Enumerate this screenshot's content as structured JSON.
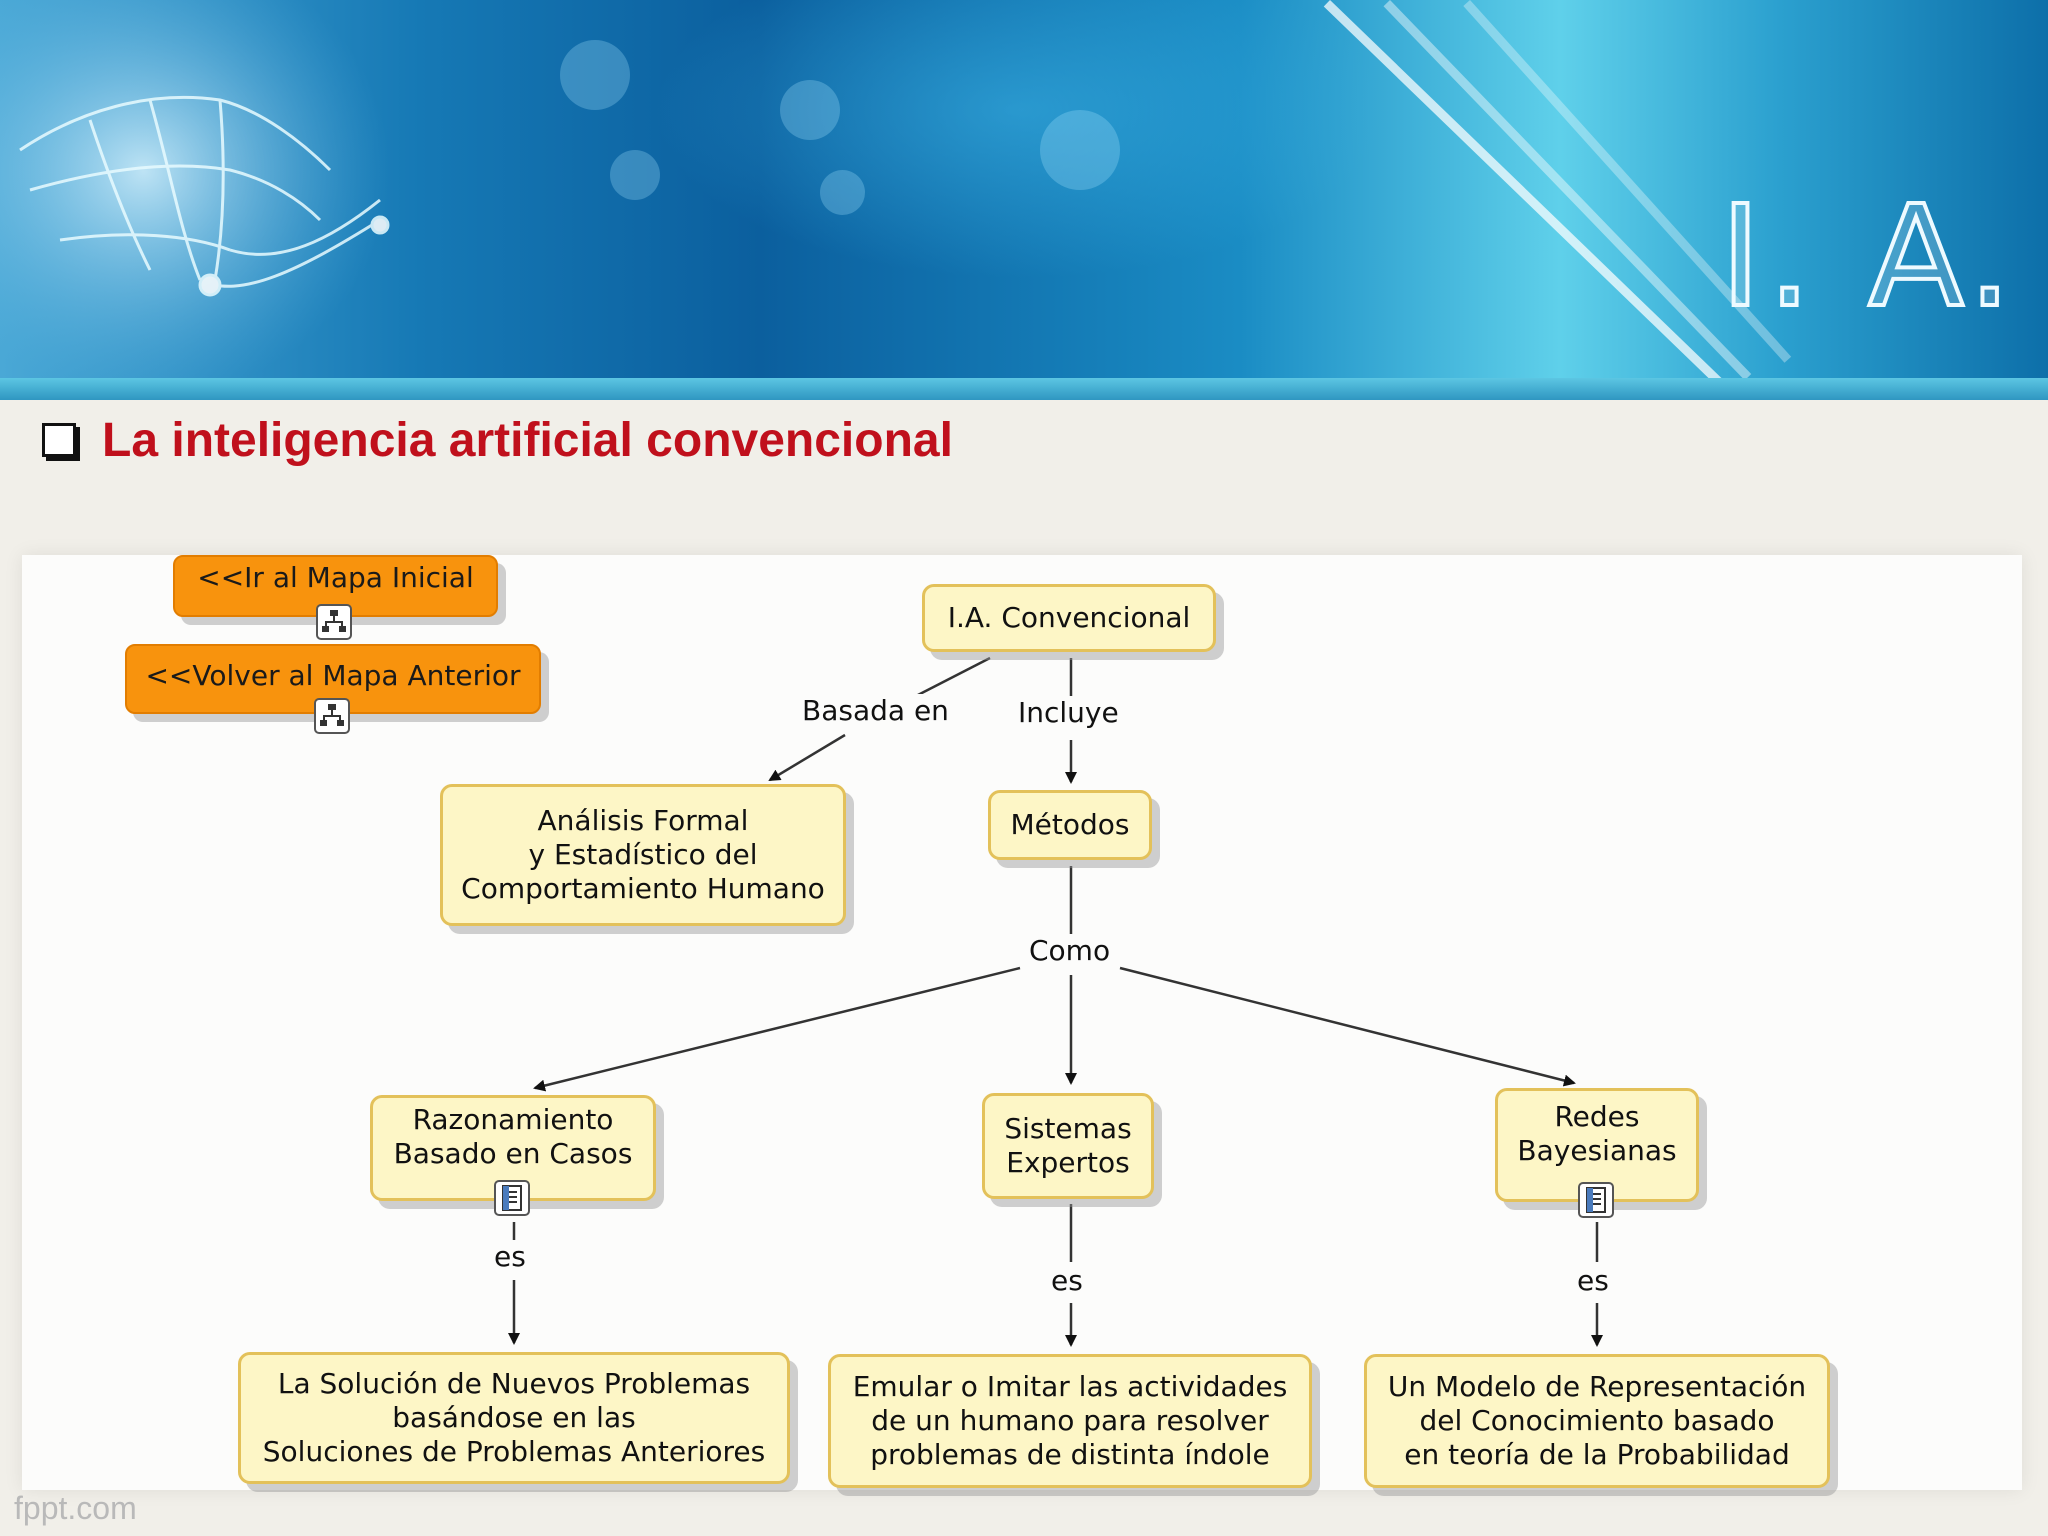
{
  "header": {
    "logo_text": "I. A.",
    "hand_image": "wireframe-hand-icon"
  },
  "slide": {
    "title": "La inteligencia artificial convencional",
    "bullet_icon": "checkbox-bullet-icon"
  },
  "nav_buttons": {
    "initial_map": "<<Ir al Mapa Inicial",
    "previous_map": "<<Volver al Mapa Anterior",
    "icon": "concept-map-icon"
  },
  "concept_map": {
    "root": "I.A. Convencional",
    "analysis": "Análisis Formal\ny Estadístico del\nComportamiento Humano",
    "methods": "Métodos",
    "cbr": "Razonamiento\nBasado en Casos",
    "expert_systems": "Sistemas\nExpertos",
    "bayes": "Redes\nBayesianas",
    "cbr_def": "La Solución de Nuevos Problemas\nbasándose en las\nSoluciones de Problemas Anteriores",
    "expert_def": "Emular o Imitar las actividades\nde un humano para resolver\nproblemas de distinta índole",
    "bayes_def": "Un Modelo de Representación\ndel Conocimiento basado\nen teoría de la Probabilidad",
    "doc_icon": "document-icon",
    "links": {
      "based_on": "Basada en",
      "includes": "Incluye",
      "as": "Como",
      "is_cbr": "es",
      "is_expert": "es",
      "is_bayes": "es"
    }
  },
  "footer": {
    "watermark": "fppt.com"
  },
  "colors": {
    "title_red": "#c0101c",
    "node_fill": "#fdf6c6",
    "node_border": "#e3c15a",
    "nav_orange": "#f8930d"
  }
}
